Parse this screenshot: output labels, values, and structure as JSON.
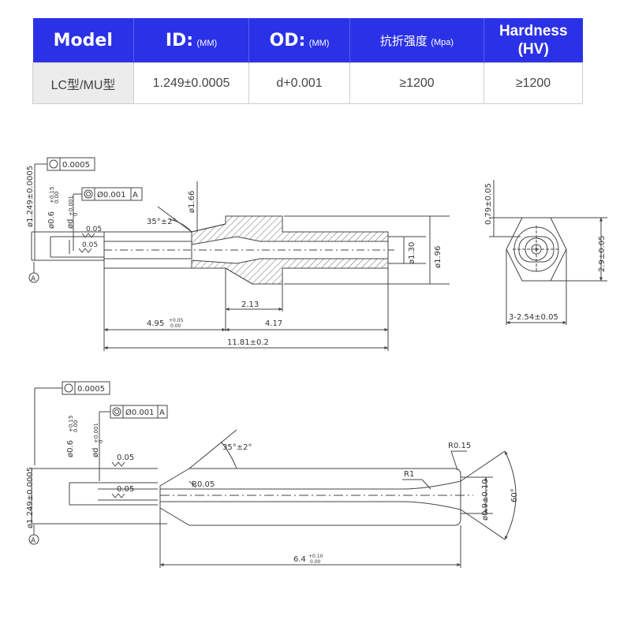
{
  "table": {
    "headers": [
      {
        "main": "Model",
        "sub": ""
      },
      {
        "main": "ID:",
        "sub": "(MM)"
      },
      {
        "main": "OD:",
        "sub": "(MM)"
      },
      {
        "main": "抗折强度",
        "sub": "(Mpa)"
      },
      {
        "main": "Hardness",
        "sub": "(HV)"
      }
    ],
    "row": [
      "LC型/MU型",
      "1.249±0.0005",
      "d+0.001",
      "≥1200",
      "≥1200"
    ]
  },
  "drawing_top": {
    "tol_flatness": "0.0005",
    "tol_concentricity": "Ø0.001",
    "datum": "A",
    "dim_od": "ø1.249±0.0005",
    "dim_id": "ø0.6",
    "dim_id_tol_upper": "+0.15",
    "dim_id_tol_lower": "0.00",
    "dim_d": "ød",
    "dim_d_tol_upper": "+0.001",
    "dim_d_tol_lower": "0",
    "rough_1": "0.05",
    "rough_2": "0.05",
    "angle": "35°±2°",
    "dia_flange": "ø1.66",
    "dia_130": "ø1.30",
    "dia_196": "ø1.96",
    "len_213": "2.13",
    "len_495": "4.95",
    "len_495_tol_upper": "+0.05",
    "len_495_tol_lower": "0.00",
    "len_417": "4.17",
    "len_total": "11.81±0.2"
  },
  "drawing_side": {
    "dim_079": "0.79±0.05",
    "dim_29": "2.9±0.05",
    "dim_hex": "3-2.54±0.05"
  },
  "drawing_bottom": {
    "tol_flatness": "0.0005",
    "tol_concentricity": "Ø0.001",
    "datum": "A",
    "dim_od": "ø1.249±0.0005",
    "dim_id": "ø0.6",
    "dim_id_tol_upper": "+0.15",
    "dim_id_tol_lower": "0.00",
    "dim_d": "ød",
    "dim_d_tol_upper": "+0.001",
    "dim_d_tol_lower": "0",
    "rough_1": "0.05",
    "rough_2": "0.05",
    "angle": "35°±2°",
    "radius_015": "R0.15",
    "radius_005": "R0.05",
    "radius_1": "R1",
    "dim_09": "ø0.9±0.10",
    "angle_60": "60°",
    "len_64": "6.4",
    "len_64_tol_upper": "+0.10",
    "len_64_tol_lower": "0.00"
  }
}
